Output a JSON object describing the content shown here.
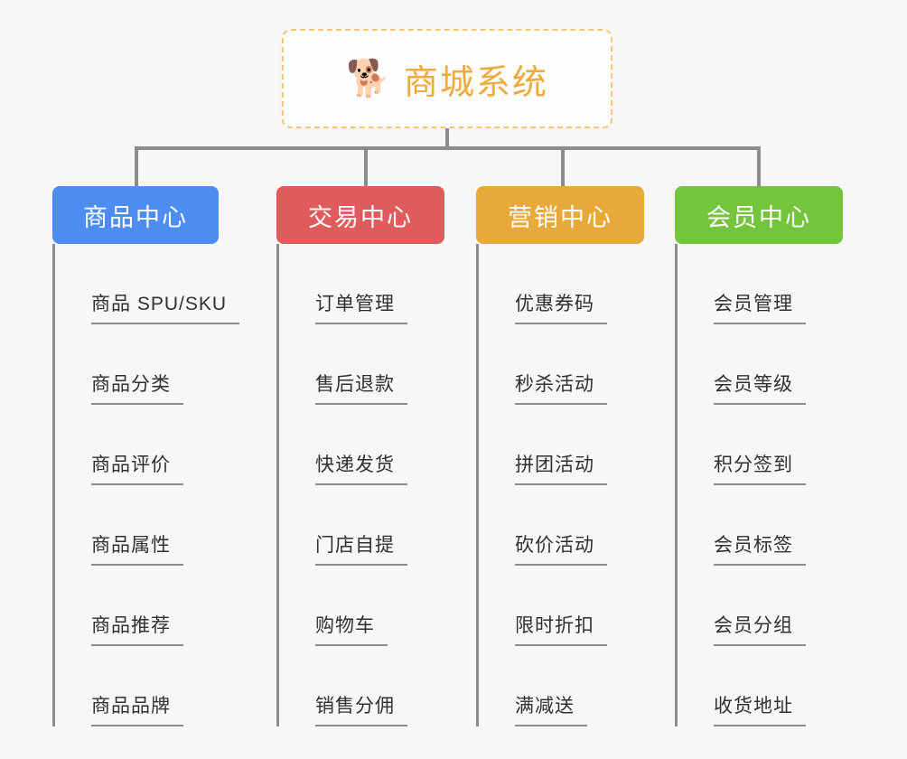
{
  "page": {
    "background": "#f7f7f7",
    "type": "mindmap"
  },
  "root": {
    "icon": "shiba-dog-emoji",
    "emoji": "🐕",
    "title": "商城系统",
    "color": "#eeaa3c",
    "border_color": "#f2c679"
  },
  "branches": [
    {
      "title": "商品中心",
      "color": "#4d8cf0",
      "items": [
        "商品 SPU/SKU",
        "商品分类",
        "商品评价",
        "商品属性",
        "商品推荐",
        "商品品牌"
      ]
    },
    {
      "title": "交易中心",
      "color": "#e05c5c",
      "items": [
        "订单管理",
        "售后退款",
        "快递发货",
        "门店自提",
        "购物车",
        "销售分佣"
      ]
    },
    {
      "title": "营销中心",
      "color": "#e9a93a",
      "items": [
        "优惠券码",
        "秒杀活动",
        "拼团活动",
        "砍价活动",
        "限时折扣",
        "满减送"
      ]
    },
    {
      "title": "会员中心",
      "color": "#74c43c",
      "items": [
        "会员管理",
        "会员等级",
        "积分签到",
        "会员标签",
        "会员分组",
        "收货地址"
      ]
    }
  ]
}
